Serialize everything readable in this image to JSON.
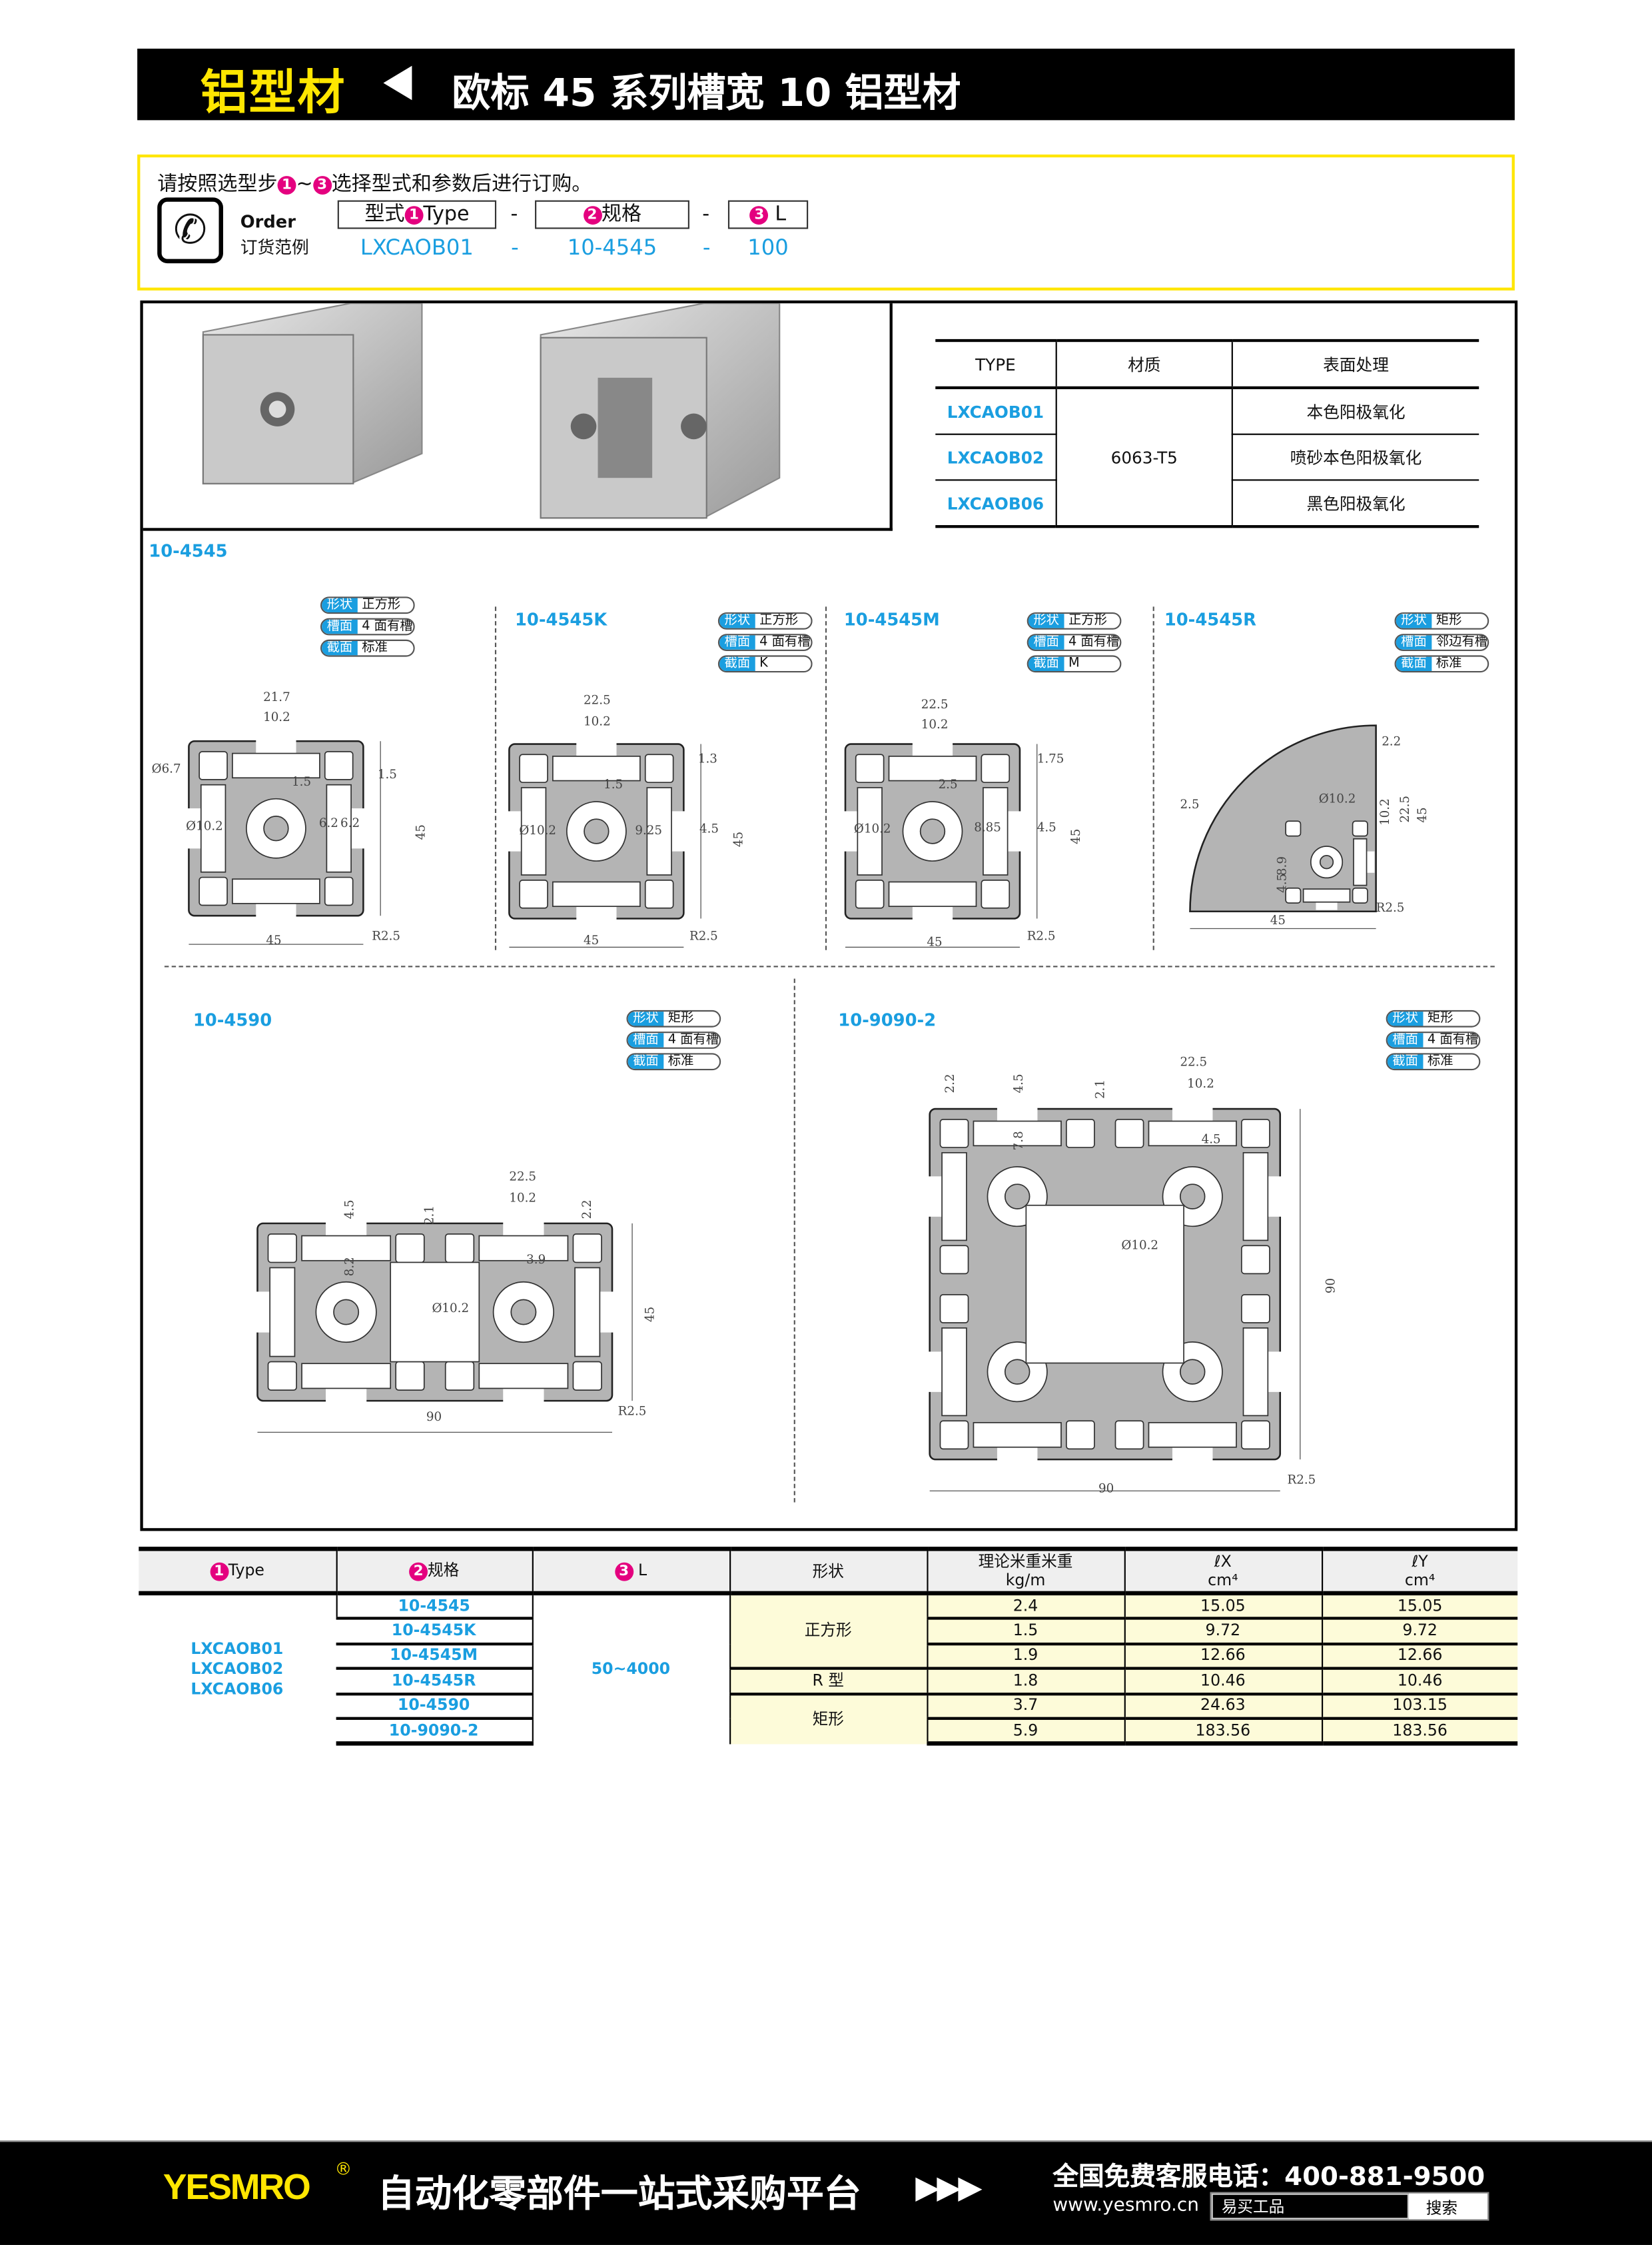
{
  "header": {
    "category": "铝型材",
    "title": "欧标 45 系列槽宽 10 铝型材"
  },
  "order": {
    "instruction_pre": "请按照选型步",
    "instruction_mid": "~",
    "instruction_post": "选择型式和参数后进行订购。",
    "step1": "1",
    "step2": "2",
    "step3": "3",
    "label_en": "Order",
    "label_cn": "订货范例",
    "box1_pre": "型式",
    "box1_post": "Type",
    "box2": "规格",
    "box3": "L",
    "dash": "-",
    "ex_type": "LXCAOB01",
    "ex_spec": "10-4545",
    "ex_len": "100"
  },
  "type_table": {
    "headers": [
      "TYPE",
      "材质",
      "表面处理"
    ],
    "material": "6063-T5",
    "rows": [
      {
        "type": "LXCAOB01",
        "finish": "本色阳极氧化"
      },
      {
        "type": "LXCAOB02",
        "finish": "喷砂本色阳极氧化"
      },
      {
        "type": "LXCAOB06",
        "finish": "黑色阳极氧化"
      }
    ]
  },
  "tag_keys": [
    "形状",
    "槽面",
    "截面"
  ],
  "profiles": [
    {
      "name": "10-4545",
      "tags": [
        "正方形",
        "4 面有槽",
        "标准"
      ],
      "dims": [
        "21.7",
        "10.2",
        "Ø6.7",
        "1.5",
        "Ø10.2",
        "6.2",
        "6.2",
        "45",
        "45",
        "R2.5",
        "1.5"
      ]
    },
    {
      "name": "10-4545K",
      "tags": [
        "正方形",
        "4 面有槽",
        "K"
      ],
      "dims": [
        "22.5",
        "10.2",
        "1.3",
        "Ø10.2",
        "9.25",
        "4.5",
        "45",
        "45",
        "R2.5",
        "1.5"
      ]
    },
    {
      "name": "10-4545M",
      "tags": [
        "正方形",
        "4 面有槽",
        "M"
      ],
      "dims": [
        "22.5",
        "10.2",
        "1.75",
        "Ø10.2",
        "8.85",
        "4.5",
        "45",
        "45",
        "R2.5",
        "2.5"
      ]
    },
    {
      "name": "10-4545R",
      "tags": [
        "矩形",
        "邻边有槽",
        "标准"
      ],
      "dims": [
        "2.2",
        "Ø10.2",
        "10.2",
        "22.5",
        "45",
        "2.5",
        "8.9",
        "4.5",
        "45",
        "R2.5"
      ]
    },
    {
      "name": "10-4590",
      "tags": [
        "矩形",
        "4 面有槽",
        "标准"
      ],
      "dims": [
        "22.5",
        "10.2",
        "4.5",
        "2.1",
        "2.2",
        "8.2",
        "3.9",
        "Ø10.2",
        "45",
        "90",
        "R2.5"
      ]
    },
    {
      "name": "10-9090-2",
      "tags": [
        "矩形",
        "4 面有槽",
        "标准"
      ],
      "dims": [
        "22.5",
        "10.2",
        "2.2",
        "4.5",
        "2.1",
        "7.8",
        "4.5",
        "Ø10.2",
        "90",
        "90",
        "R2.5"
      ]
    }
  ],
  "spec_table": {
    "headers": {
      "type": "Type",
      "spec": "规格",
      "len": "L",
      "shape": "形状",
      "weight1": "理论米重米重",
      "weight2": "kg/m",
      "ix1": "ℓX",
      "ix2": "cm⁴",
      "iy1": "ℓY",
      "iy2": "cm⁴"
    },
    "types": [
      "LXCAOB01",
      "LXCAOB02",
      "LXCAOB06"
    ],
    "length": "50~4000",
    "shapes": [
      "正方形",
      "R 型",
      "矩形"
    ],
    "rows": [
      {
        "spec": "10-4545",
        "w": "2.4",
        "ix": "15.05",
        "iy": "15.05"
      },
      {
        "spec": "10-4545K",
        "w": "1.5",
        "ix": "9.72",
        "iy": "9.72"
      },
      {
        "spec": "10-4545M",
        "w": "1.9",
        "ix": "12.66",
        "iy": "12.66"
      },
      {
        "spec": "10-4545R",
        "w": "1.8",
        "ix": "10.46",
        "iy": "10.46"
      },
      {
        "spec": "10-4590",
        "w": "3.7",
        "ix": "24.63",
        "iy": "103.15"
      },
      {
        "spec": "10-9090-2",
        "w": "5.9",
        "ix": "183.56",
        "iy": "183.56"
      }
    ]
  },
  "footer": {
    "brand": "YESMRO",
    "reg": "®",
    "slogan": "自动化零部件一站式采购平台",
    "arrows": "▶▶▶",
    "hotline": "全国免费客服电话：400-881-9500",
    "url": "www.yesmro.cn",
    "search_value": "易买工品",
    "search_button": "搜索"
  },
  "colors": {
    "accent_yellow": "#ffe600",
    "blue": "#1a9ee0",
    "magenta": "#e4007f"
  }
}
